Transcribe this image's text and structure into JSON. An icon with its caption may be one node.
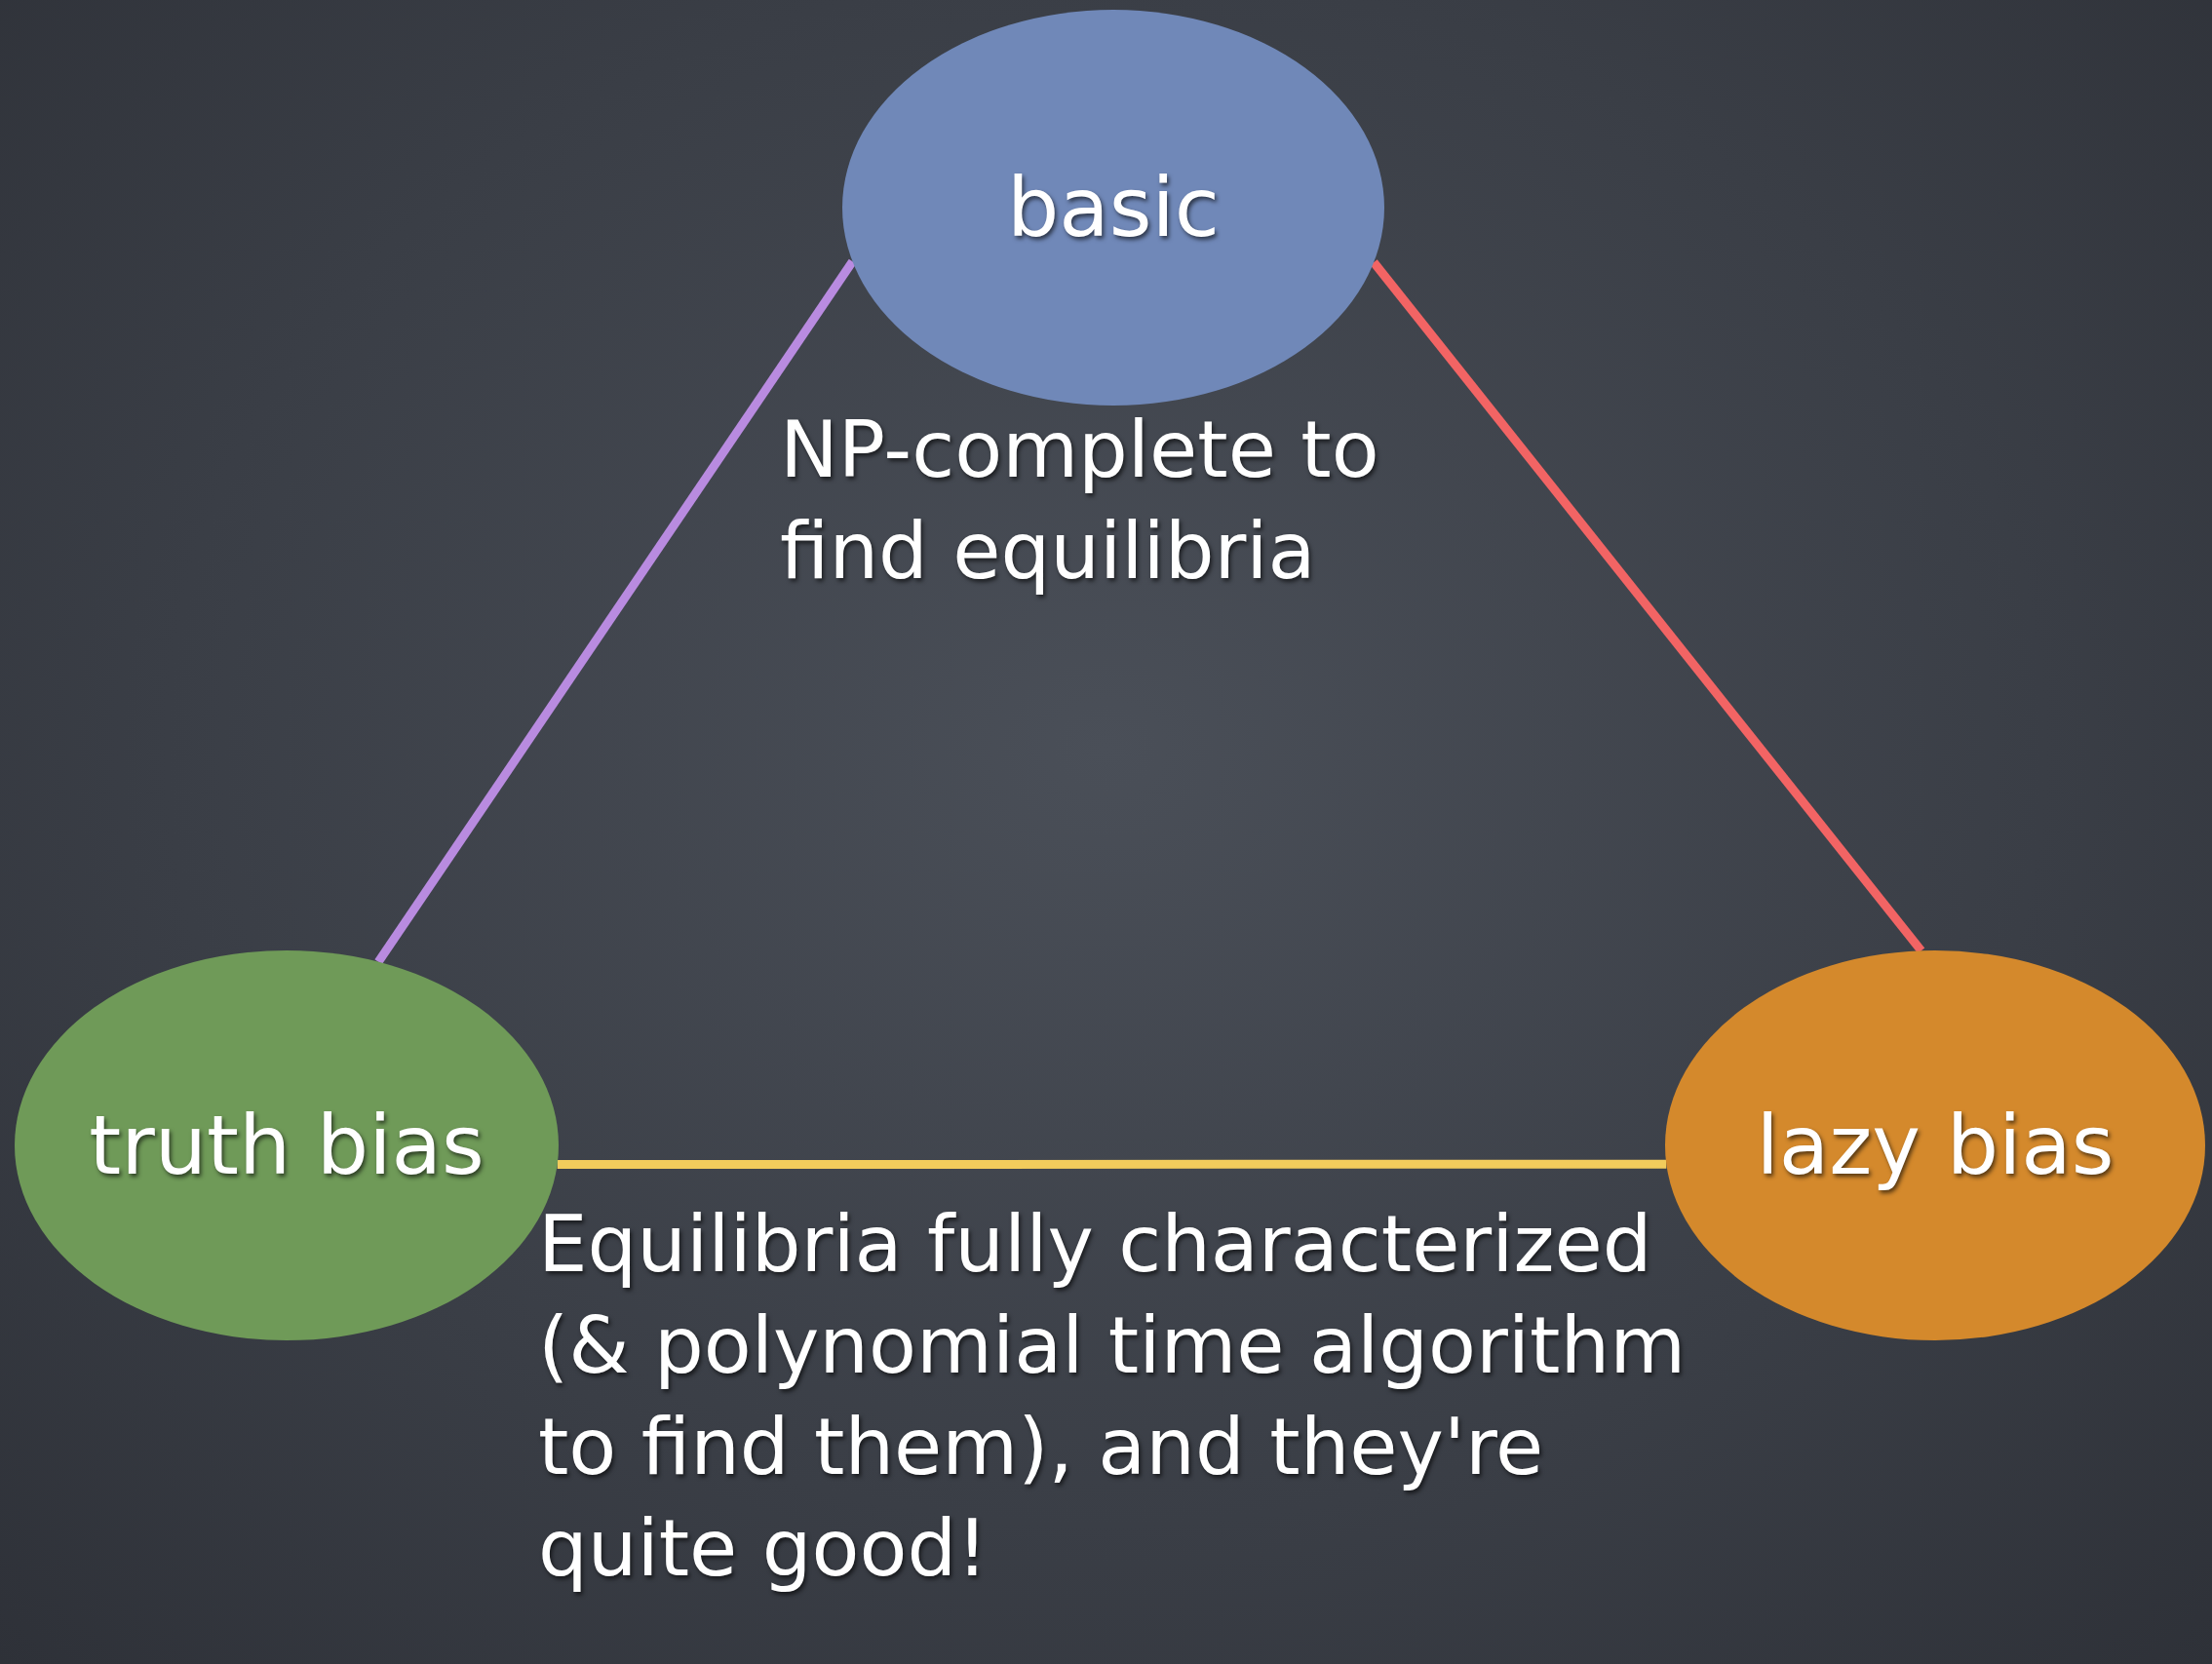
{
  "diagram": {
    "nodes": [
      {
        "text": [
          "basic"
        ]
      },
      {
        "text": [
          "truth bias"
        ]
      },
      {
        "text": [
          "lazy bias"
        ]
      }
    ],
    "edges": [
      {
        "from": 0,
        "to": 1,
        "arrow": "none",
        "color": "#b98be0"
      },
      {
        "from": 0,
        "to": 2,
        "arrow": "none",
        "color": "#f26464"
      },
      {
        "from": 1,
        "to": 2,
        "arrow": "none",
        "color": "#f2cc5c"
      }
    ],
    "labels": [
      "NP-complete to find equilibria",
      "Equilibria fully characterized (& polynomial time algorithm to find them), and they're quite good!"
    ]
  }
}
